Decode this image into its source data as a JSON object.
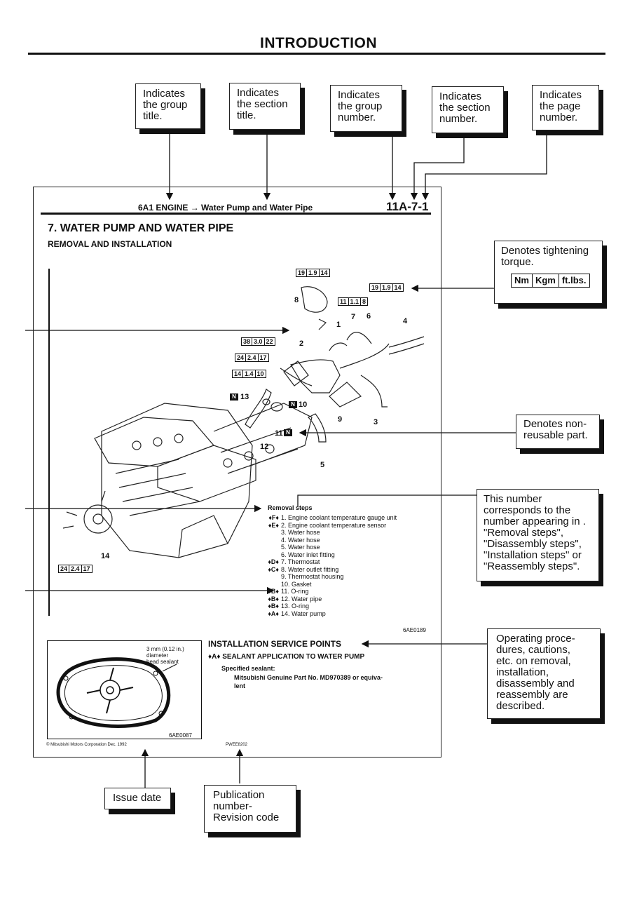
{
  "page_title": "INTRODUCTION",
  "top_callouts": [
    {
      "lines": [
        "Indicates",
        "the group",
        "title."
      ]
    },
    {
      "lines": [
        "Indicates",
        "the section",
        "title."
      ]
    },
    {
      "lines": [
        "Indicates",
        "the group",
        "number."
      ]
    },
    {
      "lines": [
        "Indicates",
        "the section",
        "number."
      ]
    },
    {
      "lines": [
        "Indicates",
        "the page",
        "number."
      ]
    }
  ],
  "sheet": {
    "header_title": "6A1 ENGINE → Water Pump and Water Pipe",
    "page_number": "11A-7-1",
    "section_title": "7. WATER PUMP AND WATER PIPE",
    "subsection_title": "REMOVAL AND INSTALLATION",
    "torque_boxes": [
      {
        "nm": "19",
        "kgm": "1.9",
        "ftlbs": "14"
      },
      {
        "nm": "19",
        "kgm": "1.9",
        "ftlbs": "14"
      },
      {
        "nm": "11",
        "kgm": "1.1",
        "ftlbs": "8"
      },
      {
        "nm": "38",
        "kgm": "3.0",
        "ftlbs": "22"
      },
      {
        "nm": "24",
        "kgm": "2.4",
        "ftlbs": "17"
      },
      {
        "nm": "14",
        "kgm": "1.4",
        "ftlbs": "10"
      },
      {
        "nm": "24",
        "kgm": "2.4",
        "ftlbs": "17"
      }
    ],
    "part_labels": [
      "1",
      "2",
      "3",
      "4",
      "5",
      "6",
      "7",
      "8",
      "9",
      "10",
      "11",
      "12",
      "13",
      "14"
    ],
    "n_mark": "N",
    "removal_title": "Removal steps",
    "removal_steps": [
      {
        "mark": "♦F♦",
        "text": "1. Engine coolant temperature gauge unit"
      },
      {
        "mark": "♦E♦",
        "text": "2. Engine coolant temperature sensor"
      },
      {
        "mark": "",
        "text": "3. Water hose"
      },
      {
        "mark": "",
        "text": "4. Water hose"
      },
      {
        "mark": "",
        "text": "5. Water hose"
      },
      {
        "mark": "",
        "text": "6. Water inlet fitting"
      },
      {
        "mark": "♦D♦",
        "text": "7. Thermostat"
      },
      {
        "mark": "♦C♦",
        "text": "8. Water outlet fitting"
      },
      {
        "mark": "",
        "text": "9. Thermostat housing"
      },
      {
        "mark": "",
        "text": "10. Gasket"
      },
      {
        "mark": "♦B♦",
        "text": "11. O-ring"
      },
      {
        "mark": "♦B♦",
        "text": "12. Water pipe"
      },
      {
        "mark": "♦B♦",
        "text": "13. O-ring"
      },
      {
        "mark": "♦A♦",
        "text": "14. Water pump"
      }
    ],
    "figure_code": "6AE0189",
    "isp_title": "INSTALLATION SERVICE POINTS",
    "isp_step": "♦A♦  SEALANT APPLICATION TO WATER PUMP",
    "specified_sealant_label": "Specified sealant:",
    "sealant_text": "Mitsubishi Genuine Part No. MD970389 or equiva-",
    "sealant_text2": "lent",
    "bead_note": [
      "3 mm (0.12 in.)",
      "diameter",
      "bead sealant"
    ],
    "figure_code2": "6AE0087",
    "copyright": "© Mitsubishi Motors Corporation  Dec. 1992",
    "pub_code": "PWEE8202"
  },
  "right_callouts": {
    "torque": {
      "lines": [
        "Denotes tightening",
        "torque."
      ],
      "units": [
        "Nm",
        "Kgm",
        "ft.lbs."
      ]
    },
    "nonreusable": {
      "lines": [
        "Denotes non-",
        "reusable part."
      ]
    },
    "number": {
      "lines": [
        "This number",
        "corresponds to the",
        "number appearing in .",
        "\"Removal steps\",",
        "\"Disassembly steps\",",
        "\"Installation steps\" or",
        "\"Reassembly steps\"."
      ]
    },
    "procedures": {
      "lines": [
        "Operating proce-",
        "dures, cautions,",
        "etc. on removal,",
        "installation,",
        "disassembly and",
        "reassembly are",
        "described."
      ]
    }
  },
  "bottom_callouts": {
    "issue": {
      "lines": [
        "Issue date"
      ]
    },
    "publication": {
      "lines": [
        "Publication",
        "number-",
        "Revision code"
      ]
    }
  }
}
